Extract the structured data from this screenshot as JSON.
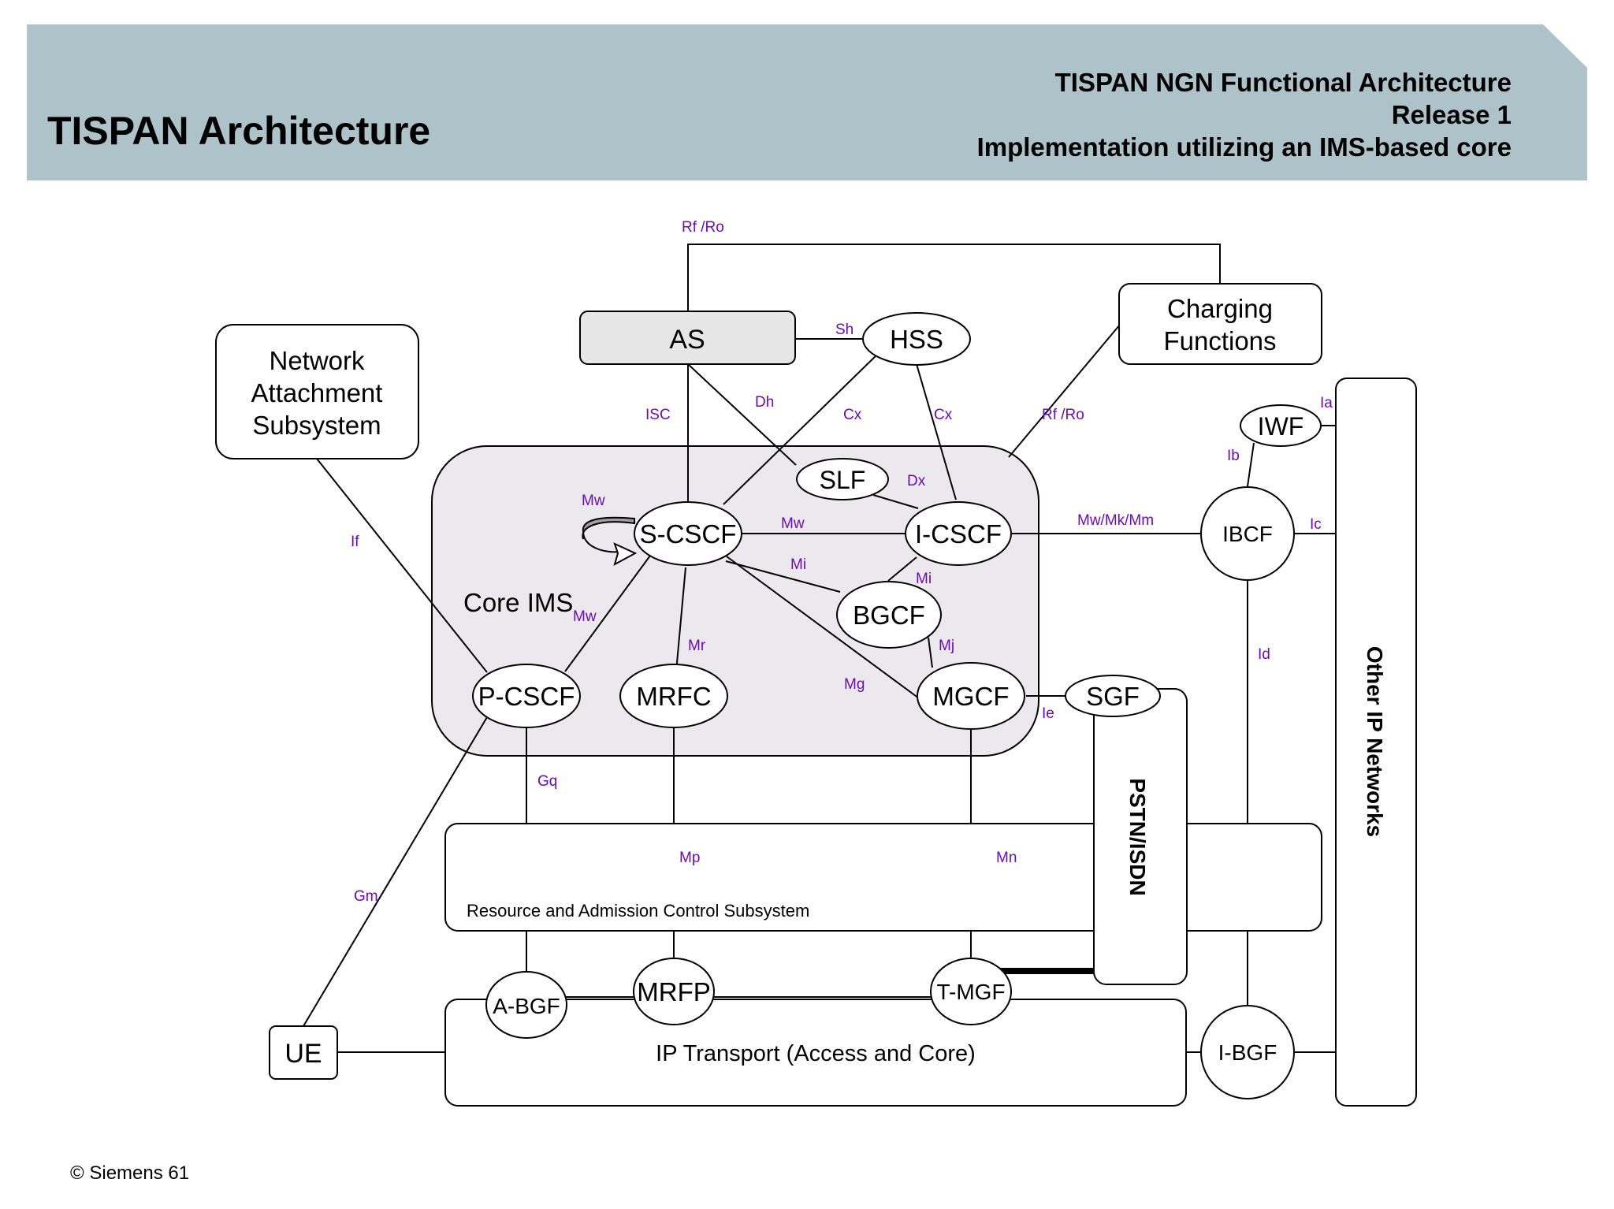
{
  "header": {
    "title": "TISPAN Architecture",
    "subtitle_lines": [
      "TISPAN NGN Functional Architecture",
      "Release 1",
      "Implementation utilizing an IMS-based core"
    ],
    "band_color": "#aec3c9"
  },
  "nodes": {
    "as": "AS",
    "hss": "HSS",
    "charging": [
      "Charging",
      "Functions"
    ],
    "nass": [
      "Network",
      "Attachment",
      "Subsystem"
    ],
    "slf": "SLF",
    "scscf": "S-CSCF",
    "icscf": "I-CSCF",
    "bgcf": "BGCF",
    "pcscf": "P-CSCF",
    "mrfc": "MRFC",
    "mgcf": "MGCF",
    "sgf": "SGF",
    "iwf": "IWF",
    "ibcf": "IBCF",
    "core_ims": "Core IMS",
    "racs": "Resource and Admission Control Subsystem",
    "abgf": "A-BGF",
    "mrfp": "MRFP",
    "tmgf": "T-MGF",
    "ue": "UE",
    "ip_transport": "IP Transport (Access and Core)",
    "ibgf": "I-BGF",
    "pstn": "PSTN/ISDN",
    "other_ip": "Other IP Networks"
  },
  "interfaces": {
    "rfro_top": "Rf /Ro",
    "sh": "Sh",
    "isc": "ISC",
    "dh": "Dh",
    "cx1": "Cx",
    "cx2": "Cx",
    "rfro_right": "Rf /Ro",
    "ia": "Ia",
    "ib": "Ib",
    "dx": "Dx",
    "mw_loop": "Mw",
    "mw_si": "Mw",
    "mw_p": "Mw",
    "mwmkmm": "Mw/Mk/Mm",
    "ic": "Ic",
    "if": "If",
    "mi1": "Mi",
    "mi2": "Mi",
    "mr": "Mr",
    "mj": "Mj",
    "mg": "Mg",
    "ie": "Ie",
    "id": "Id",
    "gq": "Gq",
    "mp": "Mp",
    "mn": "Mn",
    "gm": "Gm"
  },
  "footer": "© Siemens 61",
  "colors": {
    "interface_label": "#6a0dad",
    "shaded_fill": "#e6e6e6",
    "core_fill": "#ebe9ee"
  }
}
